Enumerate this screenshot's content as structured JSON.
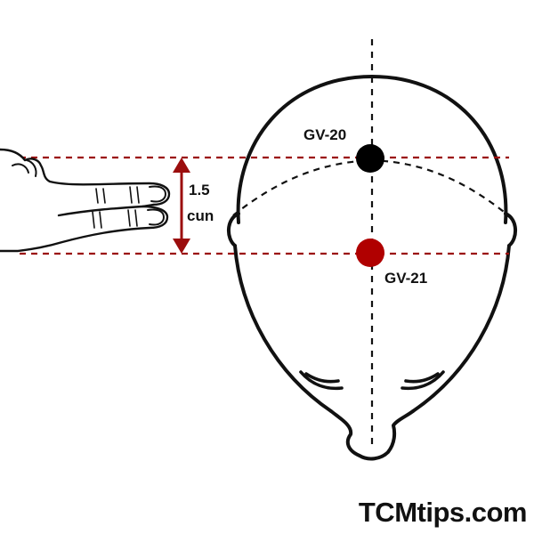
{
  "points": [
    {
      "label": "GV-20",
      "color": "#000000"
    },
    {
      "label": "GV-21",
      "color": "#b00000"
    }
  ],
  "measurement": {
    "value": "1.5",
    "unit": "cun",
    "color": "#9b0d0d"
  },
  "brand": {
    "text": "TCMtips.com"
  },
  "icons": [
    "head-outline",
    "hand-fingers",
    "measurement-arrow"
  ]
}
